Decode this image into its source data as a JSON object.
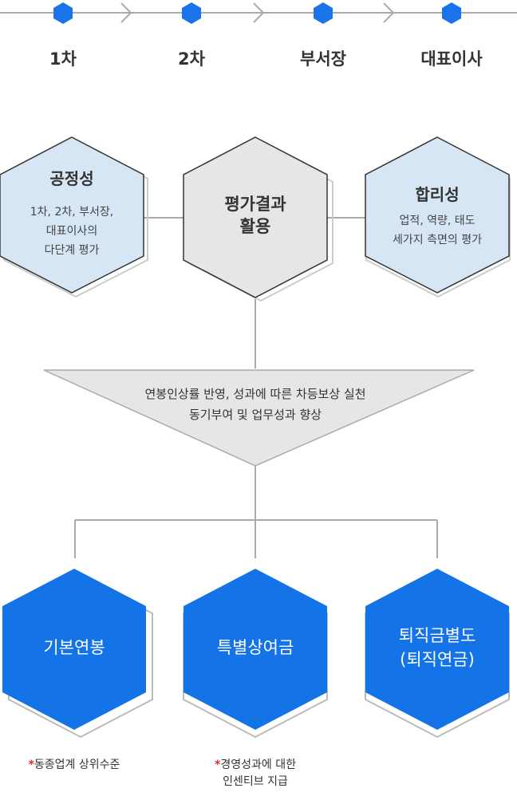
{
  "steps": [
    "1차",
    "2차",
    "부서장",
    "대표이사"
  ],
  "fairness": {
    "title": "공정성",
    "desc": [
      "1차, 2차, 부서장,",
      "대표이사의",
      "다단계 평가"
    ]
  },
  "center": {
    "title": [
      "평가결과",
      "활용"
    ]
  },
  "rationality": {
    "title": "합리성",
    "desc": [
      "업적, 역량, 태도",
      "세가지 측면의 평가"
    ]
  },
  "funnel": {
    "lines": [
      "연봉인상률 반영, 성과에 따른 차등보상 실천",
      "동기부여 및 업무성과 향상"
    ]
  },
  "outcomes": [
    {
      "title": [
        "기본연봉"
      ],
      "note_star": "*",
      "note": [
        "동종업계 상위수준"
      ]
    },
    {
      "title": [
        "특별상여금"
      ],
      "note_star": "*",
      "note": [
        "경영성과에 대한",
        "인센티브 지급"
      ]
    },
    {
      "title": [
        "퇴직금별도",
        "(퇴직연금)"
      ]
    }
  ],
  "colors": {
    "step_dot": "#1a73e8",
    "line": "#aaaaaa",
    "light_blue_hex": "#d7e6f5",
    "gray_hex": "#e6e6e6",
    "blue_hex": "#1473e6",
    "note_star": "#e8262e"
  }
}
